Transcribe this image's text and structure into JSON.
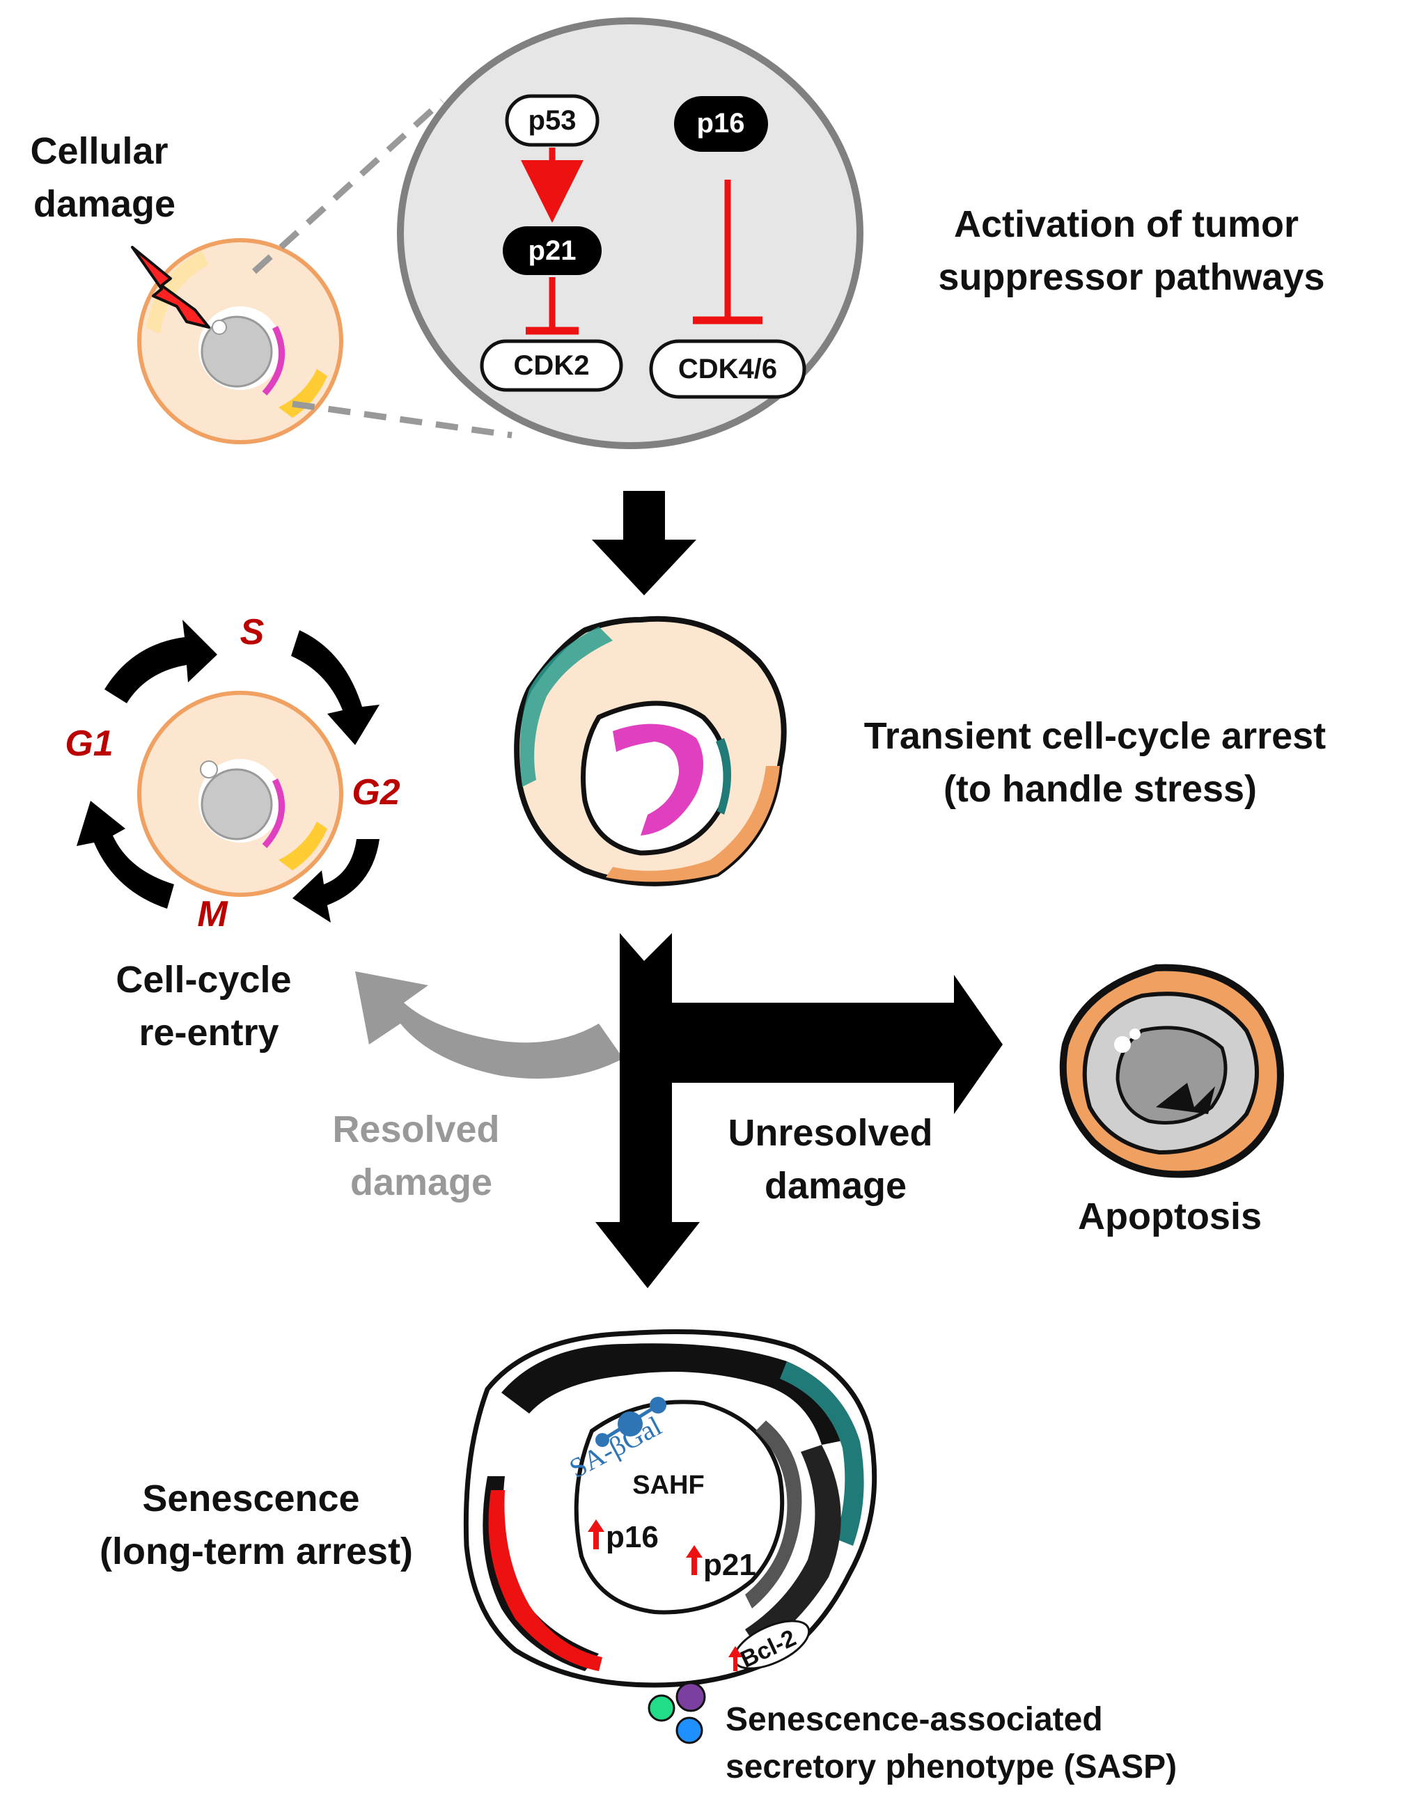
{
  "labels": {
    "cellular_damage": [
      "Cellular",
      "damage"
    ],
    "activation": [
      "Activation of tumor",
      "suppressor pathways"
    ],
    "transient_arrest": [
      "Transient cell-cycle arrest",
      "(to handle stress)"
    ],
    "cell_cycle_reentry": [
      "Cell-cycle",
      "re-entry"
    ],
    "resolved_damage": [
      "Resolved",
      "damage"
    ],
    "unresolved_damage": [
      "Unresolved",
      "damage"
    ],
    "apoptosis": "Apoptosis",
    "senescence": [
      "Senescence",
      "(long-term arrest)"
    ],
    "sasp": [
      "Senescence-associated",
      "secretory phenotype (SASP)"
    ]
  },
  "pathway": {
    "p53": "p53",
    "p21": "p21",
    "p16": "p16",
    "cdk2": "CDK2",
    "cdk46": "CDK4/6"
  },
  "cell_cycle_phases": {
    "s": "S",
    "g1": "G1",
    "g2": "G2",
    "m": "M"
  },
  "senescent_markers": {
    "sa_bgal": "SA-βGal",
    "sahf": "SAHF",
    "p16": "p16",
    "p21": "p21",
    "bcl2": "Bcl-2"
  },
  "colors": {
    "inhibit_red": "#ee1111",
    "phase_red": "#bb0000",
    "resolved_gray": "#999999",
    "cell_orange": "#f0a060",
    "cell_fill": "#fde6d0",
    "teal": "#2a9d8f",
    "magenta": "#e040c0",
    "sa_blue": "#2e75b6"
  }
}
